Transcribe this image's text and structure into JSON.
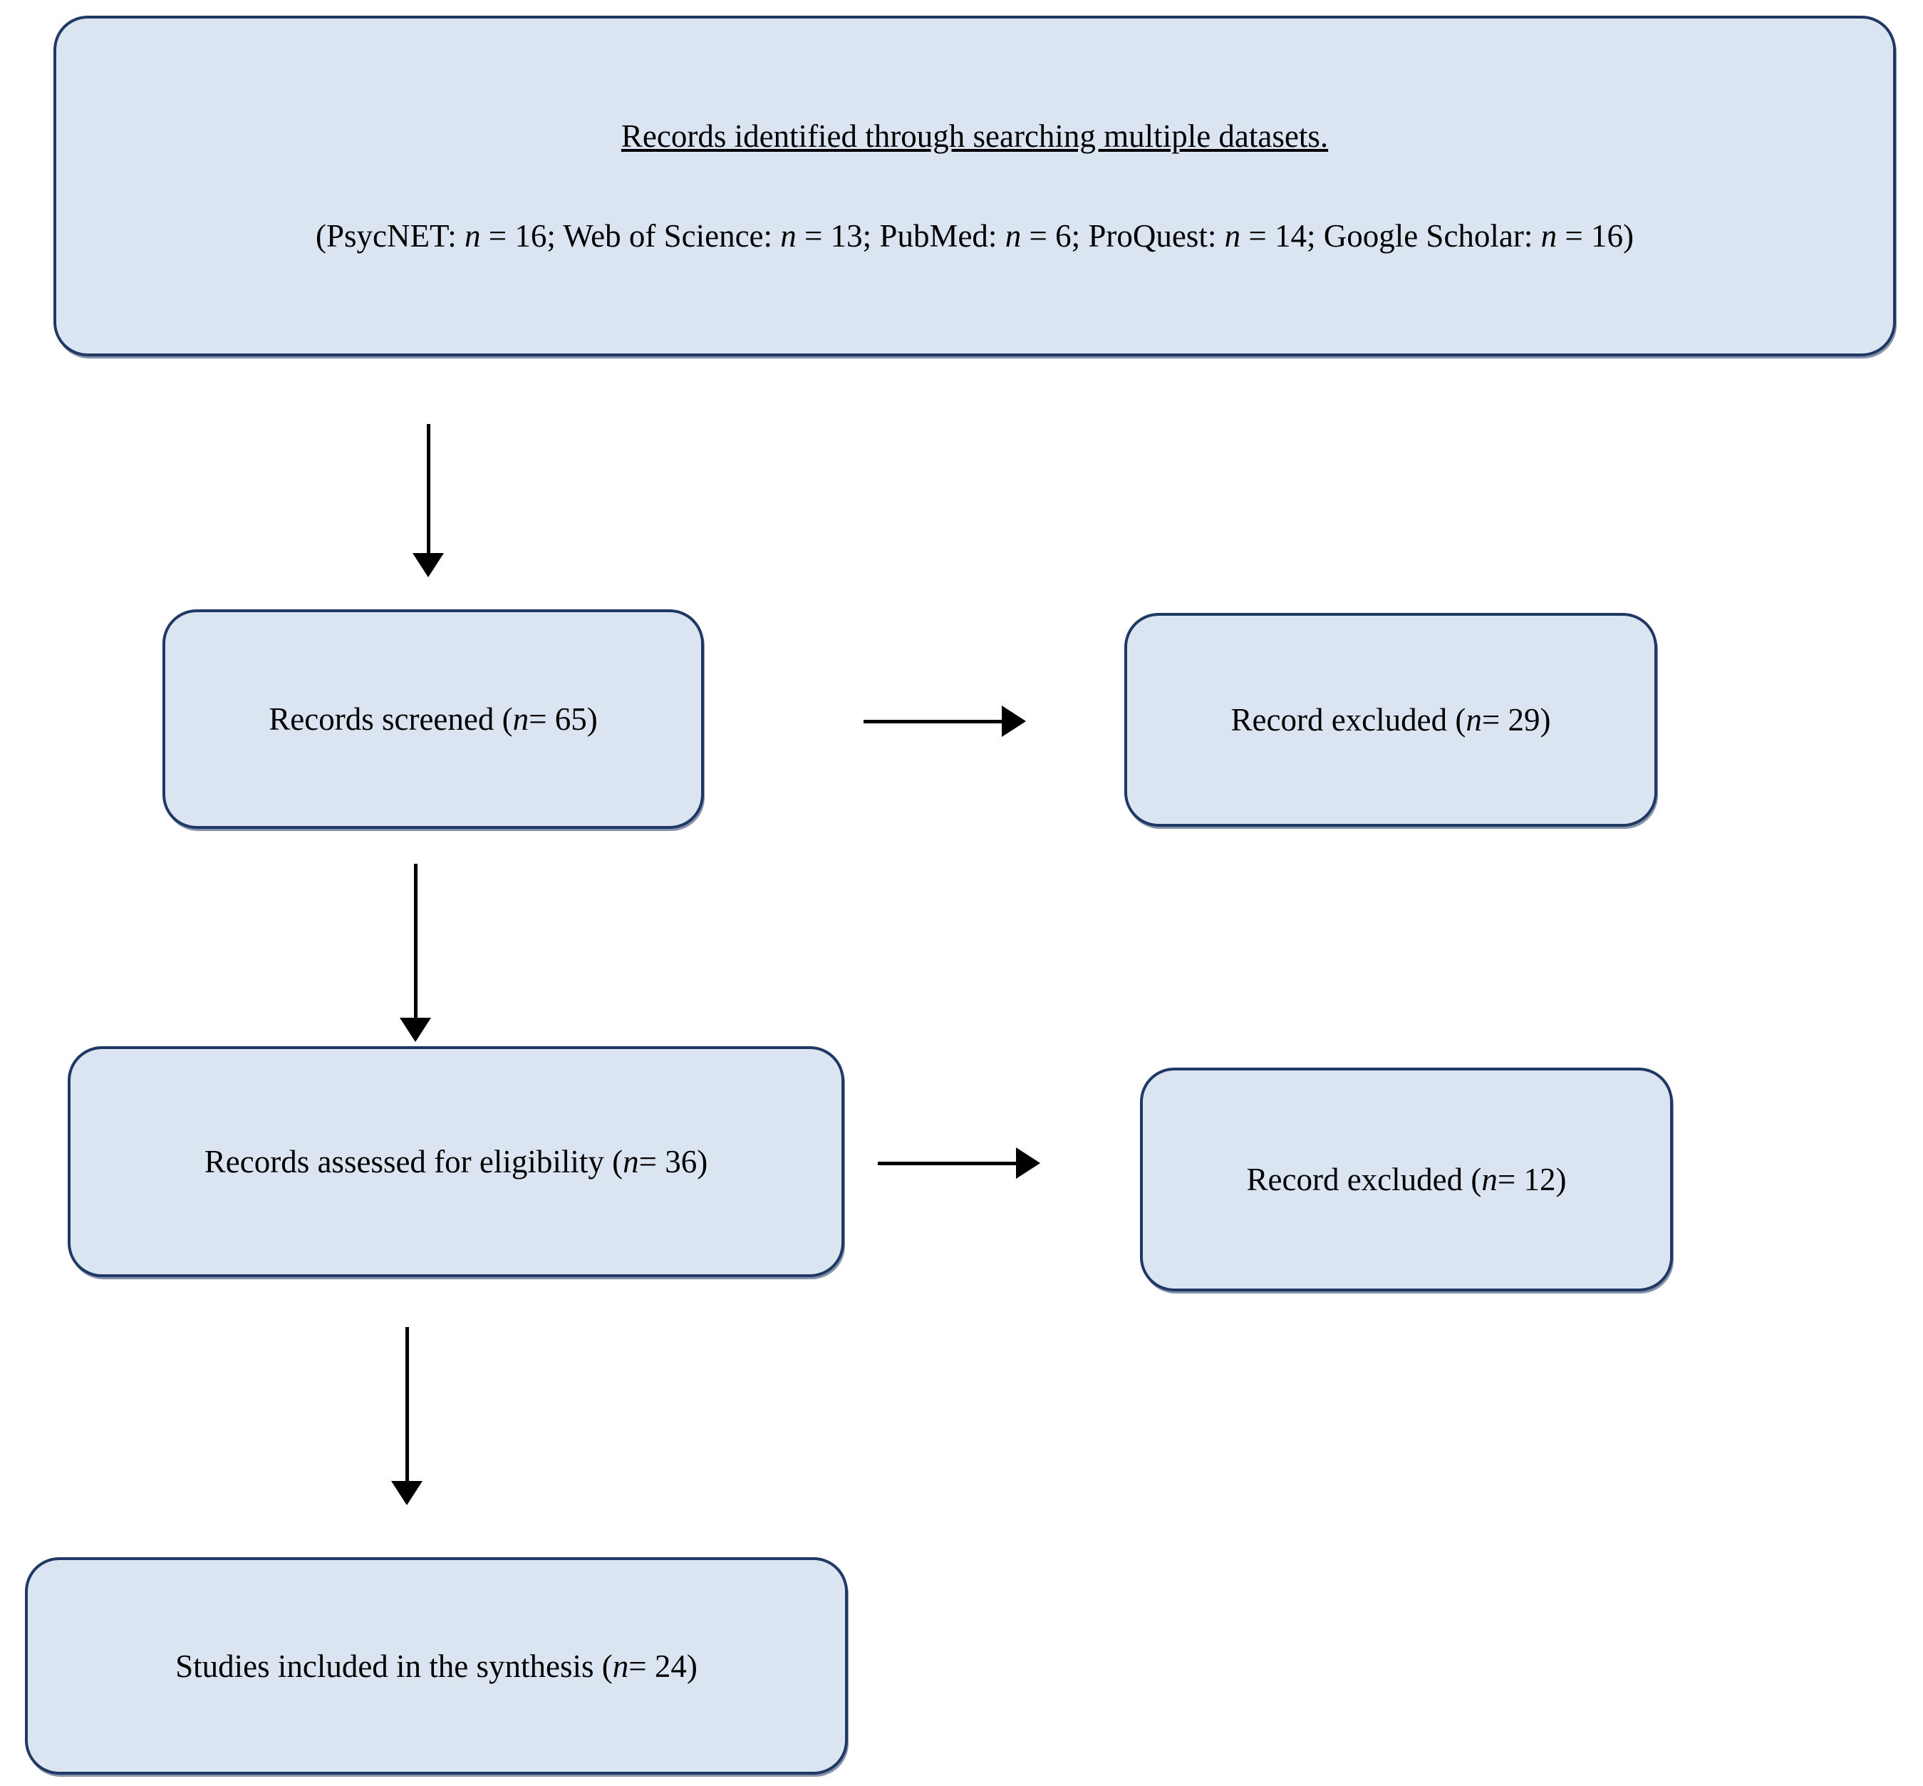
{
  "colors": {
    "box-fill": "#dbe5f1",
    "box-border": "#1f3864",
    "arrow": "#000000",
    "page-bg": "#ffffff"
  },
  "flowchart": {
    "type": "prisma-flow-diagram",
    "identified": {
      "title": "Records identified through searching multiple datasets.",
      "sources_runs": [
        "(PsycNET: ",
        "n",
        " = 16; Web of Science: ",
        "n",
        " = 13; PubMed: ",
        "n",
        " = 6; ProQuest: ",
        "n",
        " = 14; Google Scholar: ",
        "n",
        " = 16)"
      ]
    },
    "screened": {
      "runs": [
        "Records screened (",
        "n",
        "= 65)"
      ]
    },
    "excluded_screening": {
      "runs": [
        "Record excluded (",
        "n",
        "= 29)"
      ]
    },
    "assessed": {
      "runs": [
        "Records assessed for eligibility (",
        "n",
        "= 36)"
      ]
    },
    "excluded_eligibility": {
      "runs": [
        "Record excluded (",
        "n",
        "= 12)"
      ]
    },
    "included": {
      "runs": [
        "Studies included in the synthesis (",
        "n",
        "= 24)"
      ]
    }
  }
}
